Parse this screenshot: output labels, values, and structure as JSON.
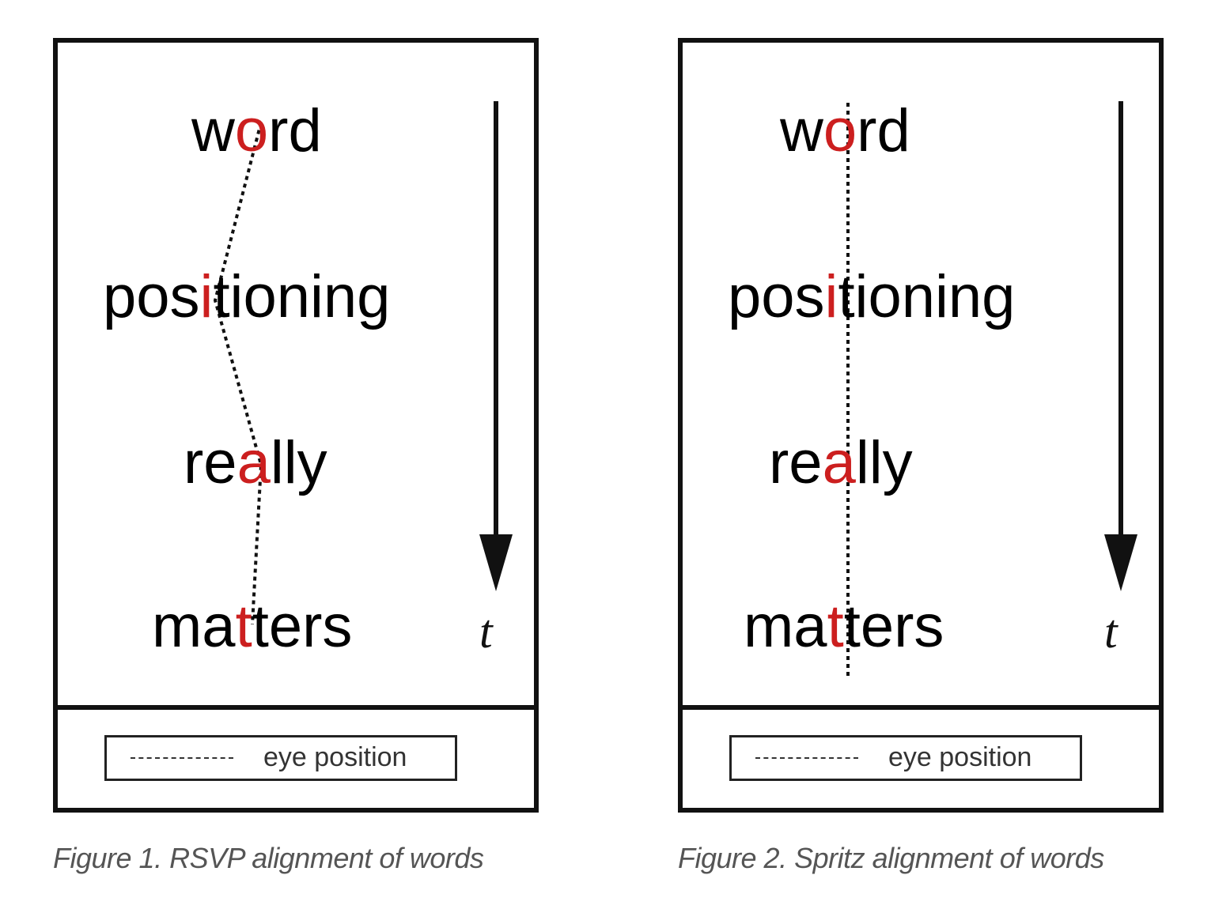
{
  "figures": [
    {
      "id": "rsvp",
      "words": [
        {
          "pre": "w",
          "focus": "o",
          "post": "rd"
        },
        {
          "pre": "pos",
          "focus": "i",
          "post": "tioning"
        },
        {
          "pre": "re",
          "focus": "a",
          "post": "lly"
        },
        {
          "pre": "ma",
          "focus": "t",
          "post": "ters"
        }
      ],
      "time_label": "t",
      "legend_label": "eye position",
      "caption": "Figure 1. RSVP alignment of words"
    },
    {
      "id": "spritz",
      "words": [
        {
          "pre": "w",
          "focus": "o",
          "post": "rd"
        },
        {
          "pre": "pos",
          "focus": "i",
          "post": "tioning"
        },
        {
          "pre": "re",
          "focus": "a",
          "post": "lly"
        },
        {
          "pre": "ma",
          "focus": "t",
          "post": "ters"
        }
      ],
      "time_label": "t",
      "legend_label": "eye position",
      "caption": "Figure 2. Spritz alignment of words"
    }
  ],
  "colors": {
    "focus_letter": "#cc1f1f",
    "frame": "#111111",
    "caption": "#555555"
  }
}
